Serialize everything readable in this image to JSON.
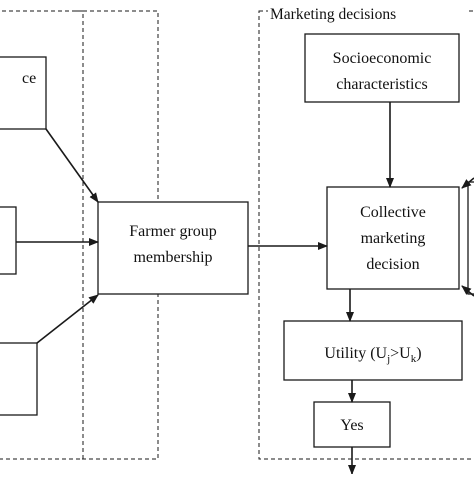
{
  "regions": {
    "marketing_decisions": "Marketing decisions"
  },
  "nodes": {
    "left_top_fragment": "ce",
    "socioeconomic_line1": "Socioeconomic",
    "socioeconomic_line2": "characteristics",
    "farmer_group_line1": "Farmer group",
    "farmer_group_line2": "membership",
    "collective_line1": "Collective",
    "collective_line2": "marketing",
    "collective_line3": "decision",
    "utility_label": "Utility (U",
    "utility_sub_j": "j",
    "utility_gt": ">U",
    "utility_sub_k": "k",
    "utility_close": ")",
    "yes_label": "Yes"
  }
}
